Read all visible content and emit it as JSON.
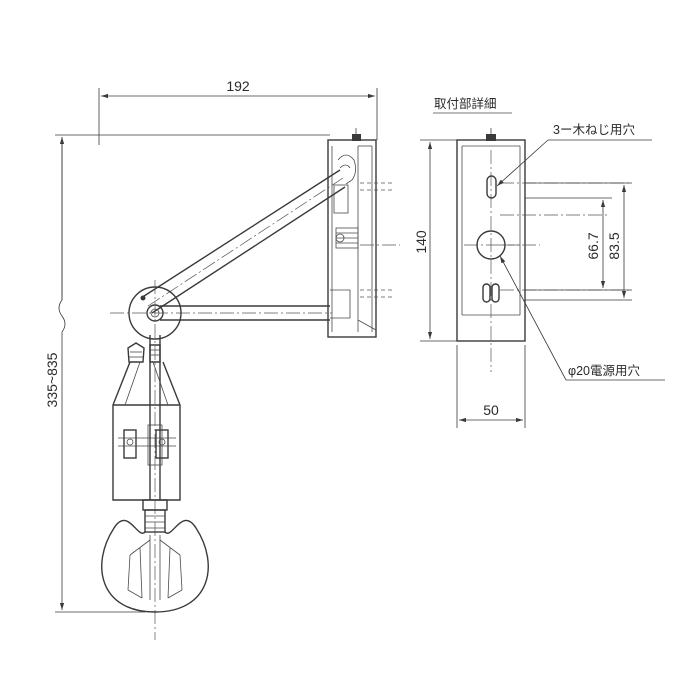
{
  "dimensions": {
    "overall_width": "192",
    "overall_height": "335~835",
    "plate_height": "140",
    "plate_width": "50",
    "hole_pitch_inner": "66.7",
    "hole_pitch_outer": "83.5"
  },
  "labels": {
    "mounting_detail": "取付部詳細",
    "wood_screw_holes": "3ー木ねじ用穴",
    "power_hole": "φ20電源用穴"
  }
}
